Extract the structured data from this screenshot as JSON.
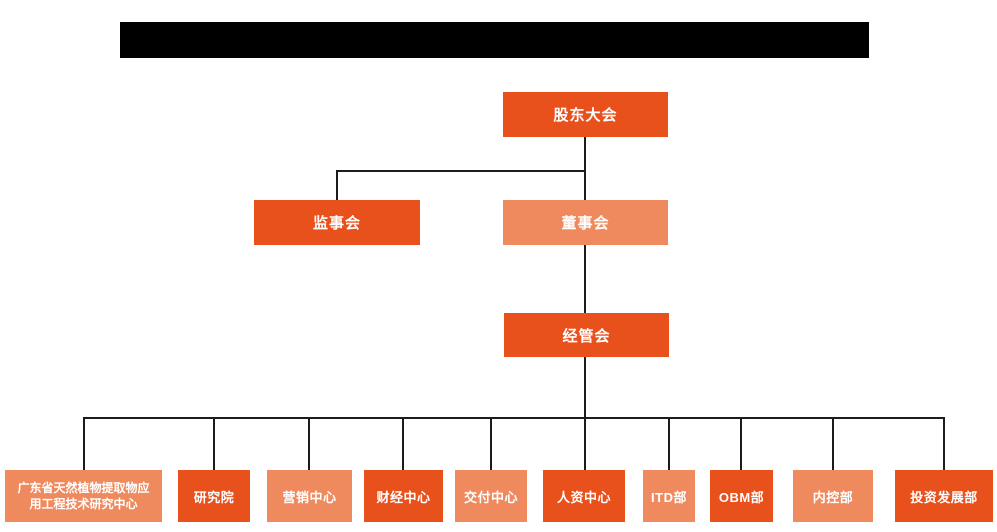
{
  "page": {
    "redacted_title": ""
  },
  "colors": {
    "primary": "#e8501c",
    "secondary": "#ef8a5e",
    "line": "#1c1c1c",
    "node-text": "#ffffff",
    "background": "#ffffff",
    "redacted": "#000000"
  },
  "org_chart": {
    "type": "organization-tree",
    "root": {
      "label": "股东大会",
      "variant": "primary"
    },
    "level2": [
      {
        "label": "监事会",
        "variant": "primary"
      },
      {
        "label": "董事会",
        "variant": "secondary"
      }
    ],
    "level3": {
      "label": "经管会",
      "variant": "primary"
    },
    "departments": [
      {
        "label": "广东省天然植物提取物应\n用工程技术研究中心",
        "variant": "secondary"
      },
      {
        "label": "研究院",
        "variant": "primary"
      },
      {
        "label": "营销中心",
        "variant": "secondary"
      },
      {
        "label": "财经中心",
        "variant": "primary"
      },
      {
        "label": "交付中心",
        "variant": "secondary"
      },
      {
        "label": "人资中心",
        "variant": "primary"
      },
      {
        "label": "ITD部",
        "variant": "secondary"
      },
      {
        "label": "OBM部",
        "variant": "primary"
      },
      {
        "label": "内控部",
        "variant": "secondary"
      },
      {
        "label": "投资发展部",
        "variant": "primary"
      }
    ]
  }
}
